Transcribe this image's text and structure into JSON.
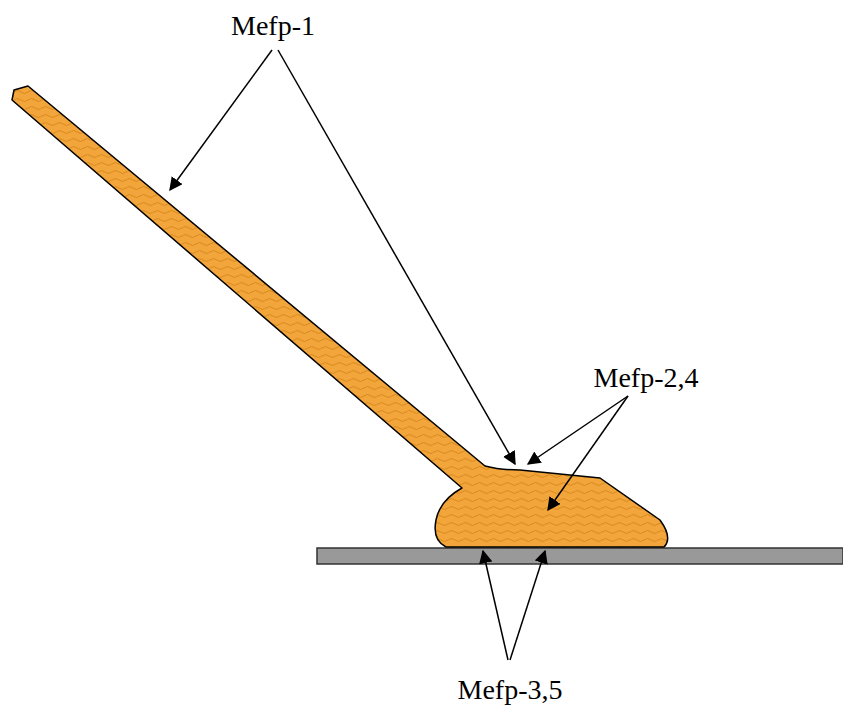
{
  "diagram": {
    "labels": [
      "Mefp-1",
      "Mefp-2,4",
      "Mefp-3,5"
    ]
  }
}
